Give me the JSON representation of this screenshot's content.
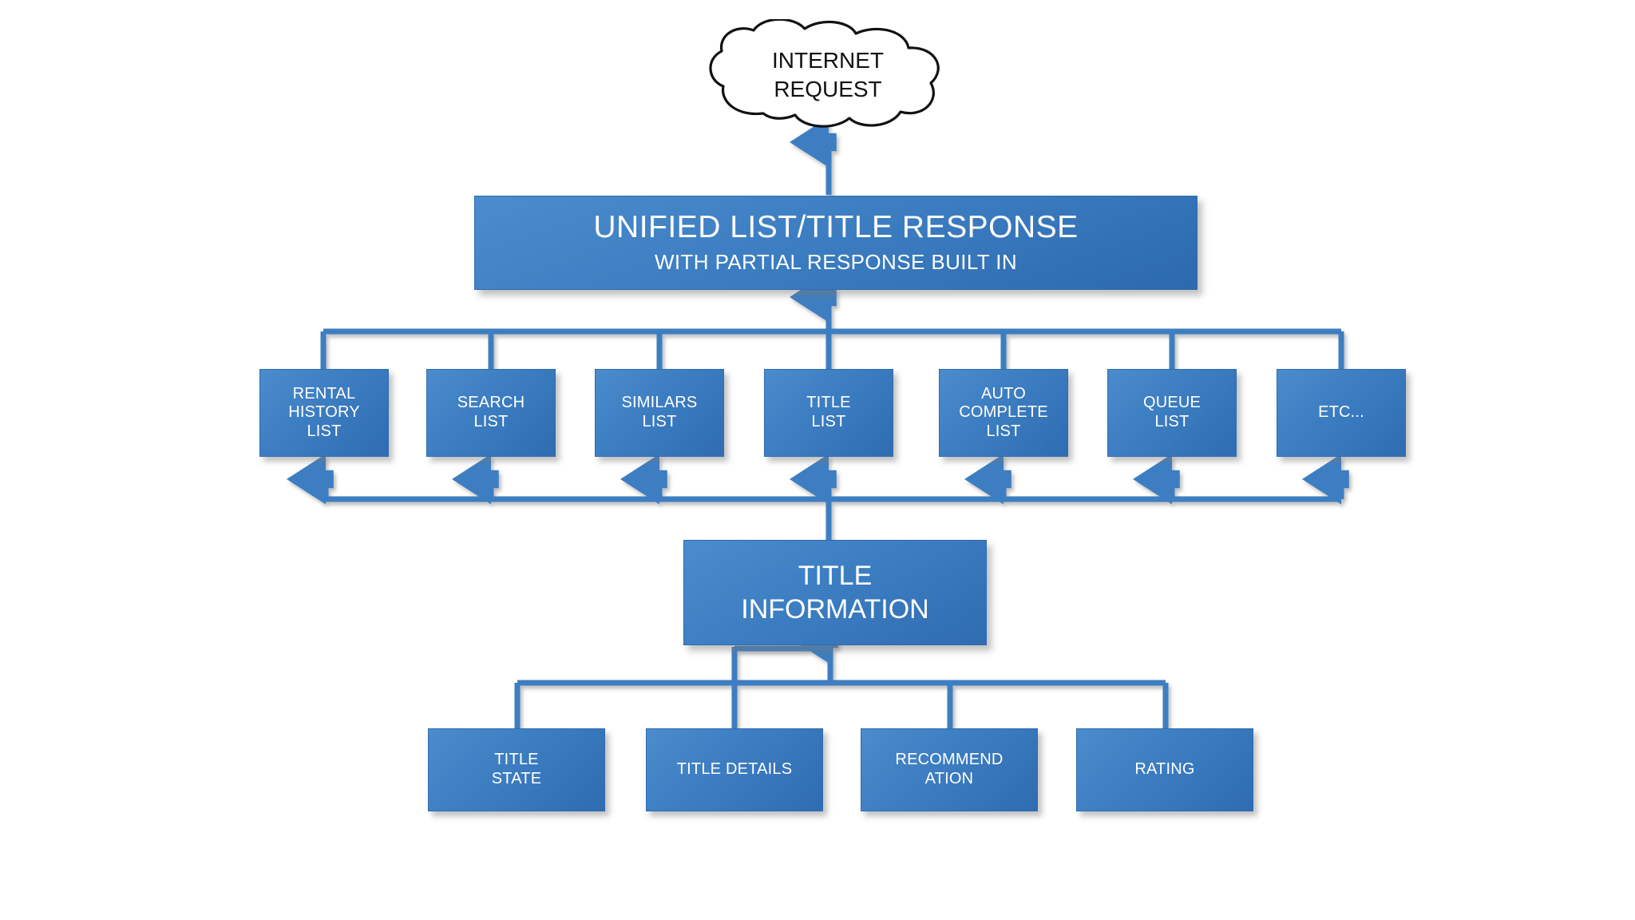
{
  "diagram": {
    "title": "Unified List/Title Response architecture",
    "colors": {
      "box_fill_light": "#4a8ccd",
      "box_fill_dark": "#2f6cb2",
      "connector": "#3d7ec2",
      "text_on_box": "#ffffff",
      "cloud_outline": "#111111",
      "background": "#ffffff"
    },
    "cloud": {
      "name": "internet-request-cloud",
      "label": "INTERNET\nREQUEST"
    },
    "banner": {
      "name": "unified-response-banner",
      "main": "UNIFIED LIST/TITLE RESPONSE",
      "sub": "WITH PARTIAL RESPONSE BUILT IN"
    },
    "list_row": {
      "name": "list-services-row",
      "boxes": [
        {
          "label": "RENTAL\nHISTORY\nLIST",
          "key": "rental-history-list"
        },
        {
          "label": "SEARCH\nLIST",
          "key": "search-list"
        },
        {
          "label": "SIMILARS\nLIST",
          "key": "similars-list"
        },
        {
          "label": "TITLE\nLIST",
          "key": "title-list"
        },
        {
          "label": "AUTO\nCOMPLETE\nLIST",
          "key": "auto-complete-list"
        },
        {
          "label": "QUEUE\nLIST",
          "key": "queue-list"
        },
        {
          "label": "ETC...",
          "key": "etc-list"
        }
      ]
    },
    "title_information": {
      "name": "title-information-box",
      "label": "TITLE\nINFORMATION"
    },
    "bottom_row": {
      "name": "title-components-row",
      "boxes": [
        {
          "label": "TITLE\nSTATE",
          "key": "title-state"
        },
        {
          "label": "TITLE DETAILS",
          "key": "title-details"
        },
        {
          "label": "RECOMMEND\nATION",
          "key": "recommendation"
        },
        {
          "label": "RATING",
          "key": "rating"
        }
      ]
    }
  }
}
